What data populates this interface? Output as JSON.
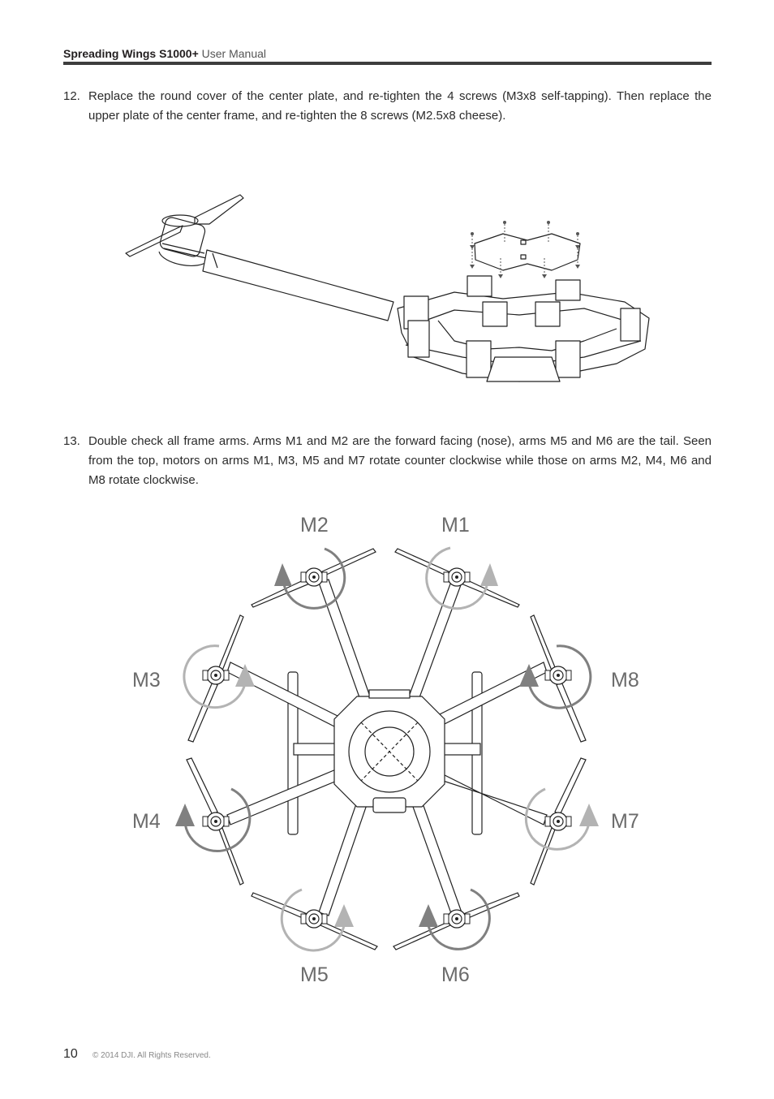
{
  "header": {
    "title_bold": "Spreading Wings S1000+",
    "title_rest": " User Manual"
  },
  "steps": [
    {
      "number": "12.",
      "text": "Replace the round cover of the center plate, and re-tighten the 4 screws (M3x8 self-tapping). Then replace the upper plate of the center frame, and re-tighten the 8 screws (M2.5x8 cheese)."
    },
    {
      "number": "13.",
      "text": "Double check all frame arms. Arms M1 and M2 are the forward facing (nose), arms M5 and M6 are the tail. Seen from the top, motors on arms M1, M3, M5 and M7 rotate counter clockwise while those on arms M2, M4, M6 and M8 rotate clockwise."
    }
  ],
  "motor_labels": {
    "m1": "M1",
    "m2": "M2",
    "m3": "M3",
    "m4": "M4",
    "m5": "M5",
    "m6": "M6",
    "m7": "M7",
    "m8": "M8"
  },
  "footer": {
    "page_number": "10",
    "copyright": "© 2014 DJI. All Rights Reserved."
  },
  "colors": {
    "text": "#231f20",
    "rule": "#3d3d3d",
    "arrow_light": "#b3b3b3",
    "arrow_dark": "#808080"
  }
}
